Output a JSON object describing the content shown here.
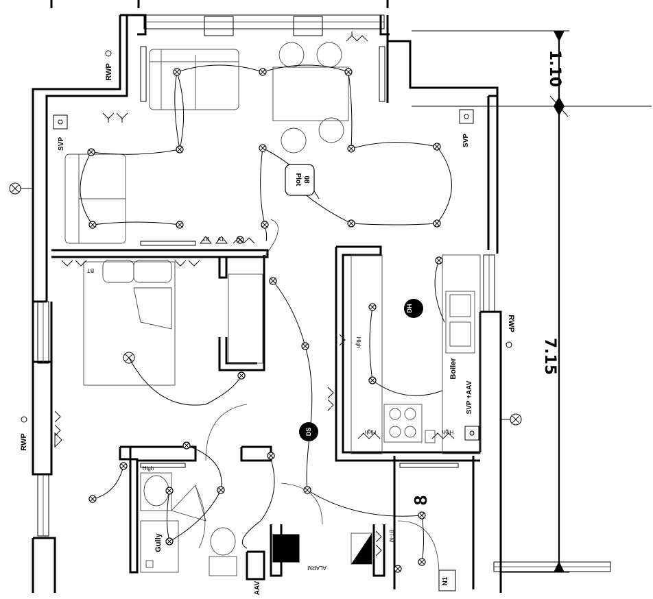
{
  "dimensions": {
    "top": "1.10",
    "main": "7.15"
  },
  "labels": {
    "rwp": "RWP",
    "svp": "SVP",
    "svp_aav": "SVP +AAV",
    "plot": "Plot 08",
    "plot_line1": "Plot",
    "plot_line2": "08",
    "dh": "DH",
    "ds": "DS",
    "boiler": "Boiler",
    "gully": "Gully",
    "alarm": "ALARM",
    "bt": "BT",
    "tv": "TV",
    "high": "High",
    "bt_m": "BT-M",
    "n1": "N1",
    "aav": "AAV",
    "room_number": "8"
  },
  "colors": {
    "ink": "#000000",
    "paper": "#ffffff",
    "grey": "#555555"
  }
}
